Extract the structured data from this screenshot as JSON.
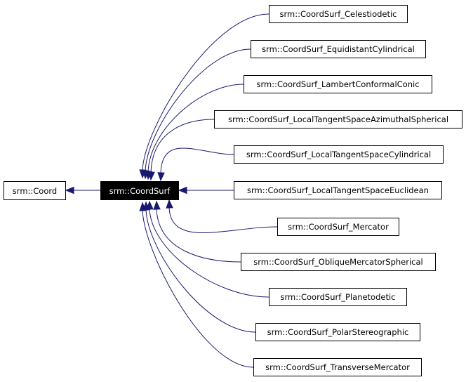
{
  "diagram": {
    "base": "srm::Coord",
    "current": "srm::CoordSurf",
    "derived": [
      "srm::CoordSurf_Celestiodetic",
      "srm::CoordSurf_EquidistantCylindrical",
      "srm::CoordSurf_LambertConformalConic",
      "srm::CoordSurf_LocalTangentSpaceAzimuthalSpherical",
      "srm::CoordSurf_LocalTangentSpaceCylindrical",
      "srm::CoordSurf_LocalTangentSpaceEuclidean",
      "srm::CoordSurf_Mercator",
      "srm::CoordSurf_ObliqueMercatorSpherical",
      "srm::CoordSurf_Planetodetic",
      "srm::CoordSurf_PolarStereographic",
      "srm::CoordSurf_TransverseMercator"
    ],
    "colors": {
      "edge": "#191970",
      "node_border": "#000000",
      "current_fill": "#000000",
      "current_text": "#ffffff"
    }
  }
}
